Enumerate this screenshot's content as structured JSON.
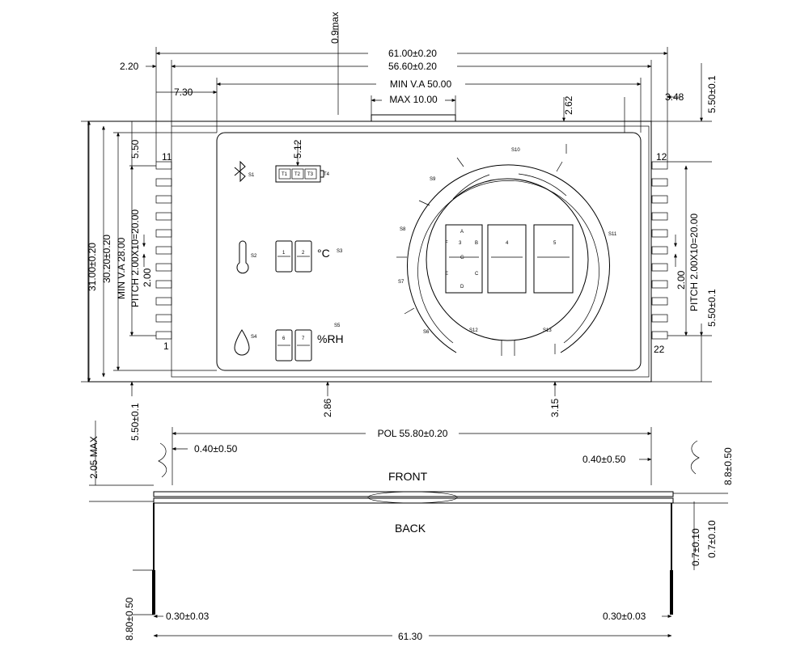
{
  "dims": {
    "top_61": "61.00±0.20",
    "top_56": "56.60±0.20",
    "left_220": "2.20",
    "left_730": "7.30",
    "min_va_50": "MIN V.A 50.00",
    "max_10": "MAX 10.00",
    "max_09": "0.9max",
    "d_262": "2.62",
    "d_348": "3.48",
    "r_550_top": "5.50±0.1",
    "d_512": "5.12",
    "l_550": "5.50",
    "h_31": "31.00±0.20",
    "h_302": "30.20±0.20",
    "min_va_28": "MIN V.A 28.00",
    "pitch_l": "PITCH 2.00X10=20.00",
    "l_200": "2.00",
    "r_pitch": "PITCH 2.00X10=20.00",
    "r_200": "2.00",
    "r_550_bot": "5.50±0.1",
    "b_286": "2.86",
    "b_315": "3.15",
    "l_550_bot": "5.50±0.1",
    "max_205": "2.05 MAX",
    "pol": "POL 55.80±0.20",
    "d_040_l": "0.40±0.50",
    "d_040_r": "0.40±0.50",
    "r_880": "8.8±0.50",
    "r_07_a": "0.7±0.10",
    "r_07_b": "0.7±0.10",
    "l_880": "8.80±0.50",
    "d_030_l": "0.30±0.03",
    "d_030_r": "0.30±0.03",
    "w_613": "61.30"
  },
  "pins": {
    "p11": "11",
    "p1": "1",
    "p12": "12",
    "p22": "22"
  },
  "segments": {
    "s1": "S1",
    "s2": "S2",
    "s3": "S3",
    "s4": "S4",
    "s5": "S5",
    "t1": "T1",
    "t2": "T2",
    "t3": "T3",
    "t4": "T4",
    "unit_c": "°C",
    "unit_rh": "%RH",
    "d1": "1",
    "d2": "2",
    "d3": "3",
    "d4": "4",
    "d5": "5",
    "d6": "6",
    "d7": "7",
    "sa": "A",
    "sb": "B",
    "sc": "C",
    "sd": "D",
    "se": "E",
    "sf": "F",
    "sg": "G",
    "s6": "S6",
    "s7": "S7",
    "s8": "S8",
    "s9": "S9",
    "s10": "S10",
    "s11": "S11",
    "s12": "S12",
    "s13": "S13"
  },
  "labels": {
    "front": "FRONT",
    "back": "BACK"
  },
  "icons": {
    "bluetooth": "bluetooth-icon",
    "battery": "battery-icon",
    "thermometer": "thermometer-icon",
    "droplet": "droplet-icon",
    "connector": "connector-clip-icon"
  }
}
